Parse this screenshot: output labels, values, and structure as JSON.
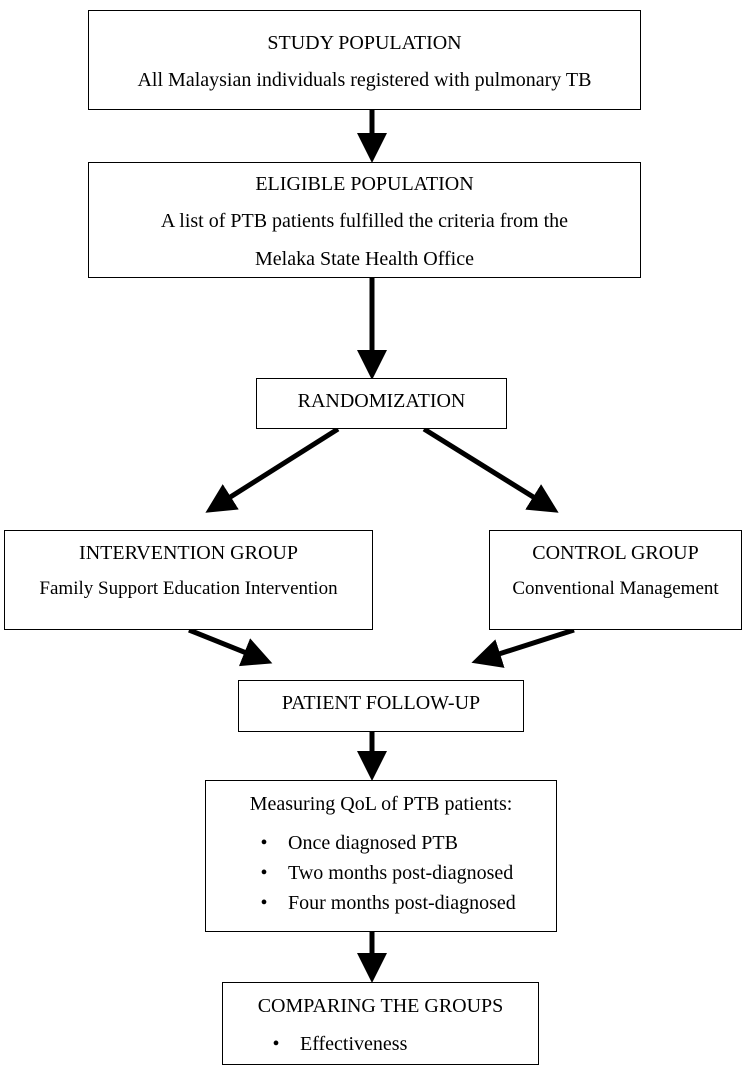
{
  "boxes": {
    "study_population": {
      "title": "STUDY POPULATION",
      "text": "All Malaysian individuals registered with pulmonary TB"
    },
    "eligible_population": {
      "title": "ELIGIBLE POPULATION",
      "line1": "A list of PTB patients fulfilled the criteria from the",
      "line2": "Melaka State Health Office"
    },
    "randomization": {
      "title": "RANDOMIZATION"
    },
    "intervention_group": {
      "title": "INTERVENTION GROUP",
      "text": "Family Support Education Intervention"
    },
    "control_group": {
      "title": "CONTROL GROUP",
      "text": "Conventional Management"
    },
    "patient_follow_up": {
      "title": "PATIENT FOLLOW-UP"
    },
    "measuring_qol": {
      "title": "Measuring QoL of PTB patients:",
      "items": [
        "Once diagnosed PTB",
        "Two months post-diagnosed",
        "Four months post-diagnosed"
      ]
    },
    "comparing_groups": {
      "title": "COMPARING THE GROUPS",
      "items": [
        "Effectiveness"
      ]
    }
  },
  "bullet_symbol": "•",
  "colors": {
    "stroke": "#000000",
    "background": "#ffffff"
  }
}
